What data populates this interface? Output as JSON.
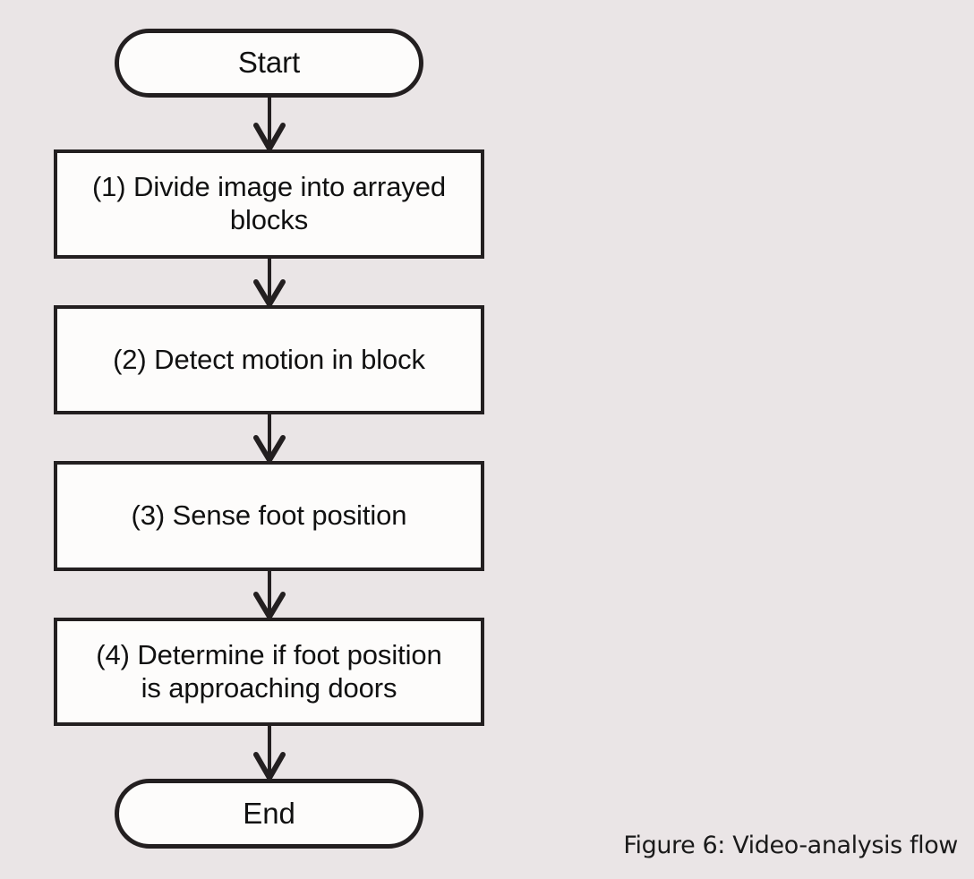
{
  "figure": {
    "background_color": "#eae5e6",
    "caption": "Figure 6: Video-analysis flow"
  },
  "diagram": {
    "title": "Video-analysis flow",
    "type": "flowchart",
    "orientation": "top-to-bottom",
    "stroke_color": "#231f20",
    "node_fill_color": "#fdfcfb",
    "text_color": "#111111",
    "nodes": [
      {
        "id": "start",
        "shape": "terminator",
        "label": "Start"
      },
      {
        "id": "step1",
        "shape": "process",
        "label": "(1) Divide image into arrayed\nblocks"
      },
      {
        "id": "step2",
        "shape": "process",
        "label": "(2) Detect motion in block"
      },
      {
        "id": "step3",
        "shape": "process",
        "label": "(3) Sense foot position"
      },
      {
        "id": "step4",
        "shape": "process",
        "label": "(4) Determine if foot position\nis approaching doors"
      },
      {
        "id": "end",
        "shape": "terminator",
        "label": "End"
      }
    ],
    "edges": [
      {
        "from": "start",
        "to": "step1",
        "arrowhead": "open-v"
      },
      {
        "from": "step1",
        "to": "step2",
        "arrowhead": "open-v"
      },
      {
        "from": "step2",
        "to": "step3",
        "arrowhead": "open-v"
      },
      {
        "from": "step3",
        "to": "step4",
        "arrowhead": "open-v"
      },
      {
        "from": "step4",
        "to": "end",
        "arrowhead": "open-v"
      }
    ]
  }
}
